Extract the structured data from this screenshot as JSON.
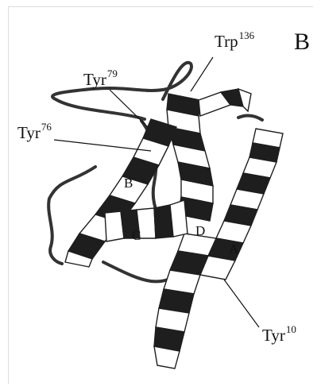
{
  "panel_label": "B",
  "residues": {
    "trp136": {
      "name": "Trp",
      "num": "136"
    },
    "tyr79": {
      "name": "Tyr",
      "num": "79"
    },
    "tyr76": {
      "name": "Tyr",
      "num": "76"
    },
    "tyr10": {
      "name": "Tyr",
      "num": "10"
    }
  },
  "helices": {
    "a": "A",
    "b": "B",
    "c": "C",
    "d": "D"
  },
  "colors": {
    "ribbon_dark": "#1e1e1e",
    "ribbon_light": "#ffffff",
    "ink": "#111111"
  }
}
